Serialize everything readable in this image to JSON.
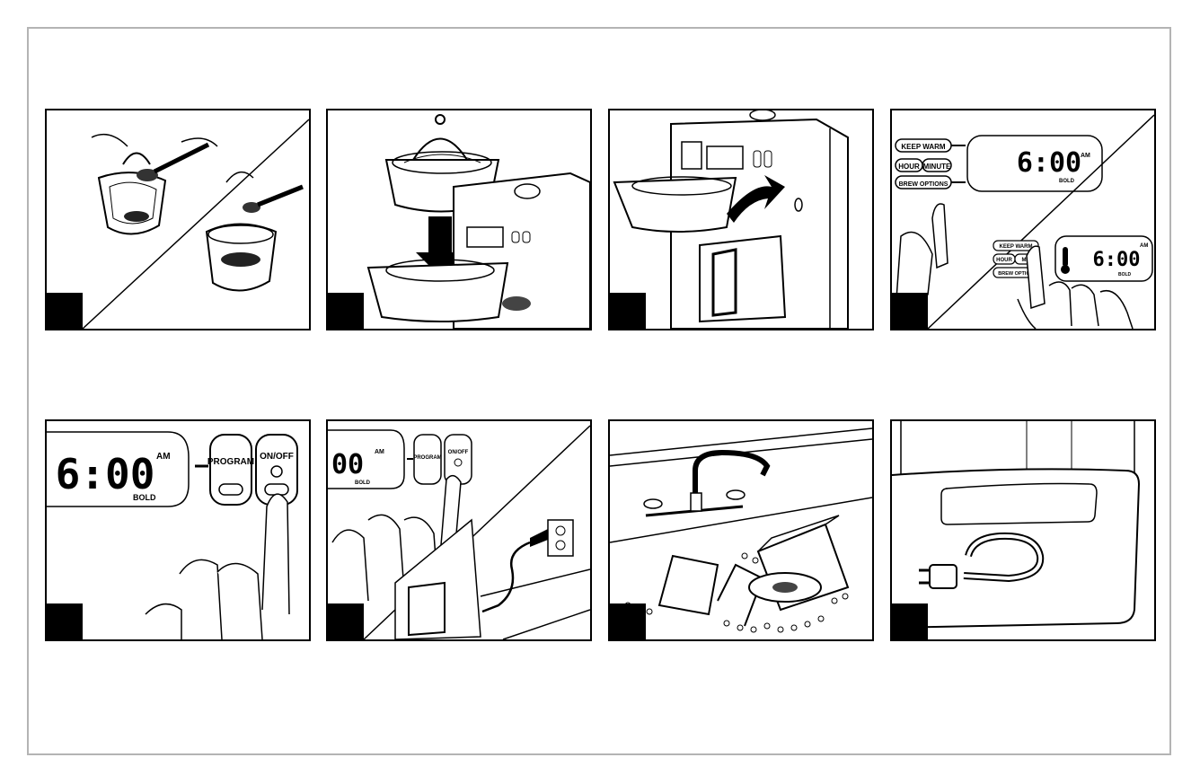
{
  "panels": {
    "p4": {
      "keep_warm": "KEEP WARM",
      "hour": "HOUR",
      "minute": "MINUTE",
      "brew_options": "BREW OPTIONS",
      "time": "6:00",
      "ampm": "AM",
      "strength": "BOLD",
      "keep_warm_small": "KEEP WARM",
      "hour_small": "HOUR",
      "minute_small": "MIN",
      "brew_options_small": "BREW OPTION",
      "time_small": "6:00",
      "ampm_small": "AM",
      "strength_small": "BOLD"
    },
    "p5": {
      "time": "6:00",
      "ampm": "AM",
      "strength": "BOLD",
      "program": "PROGRAM",
      "on_off": "ON/OFF"
    },
    "p6": {
      "time": "00",
      "ampm": "AM",
      "strength": "BOLD",
      "program": "PROGRAM",
      "on_off": "ON/OFF"
    }
  }
}
